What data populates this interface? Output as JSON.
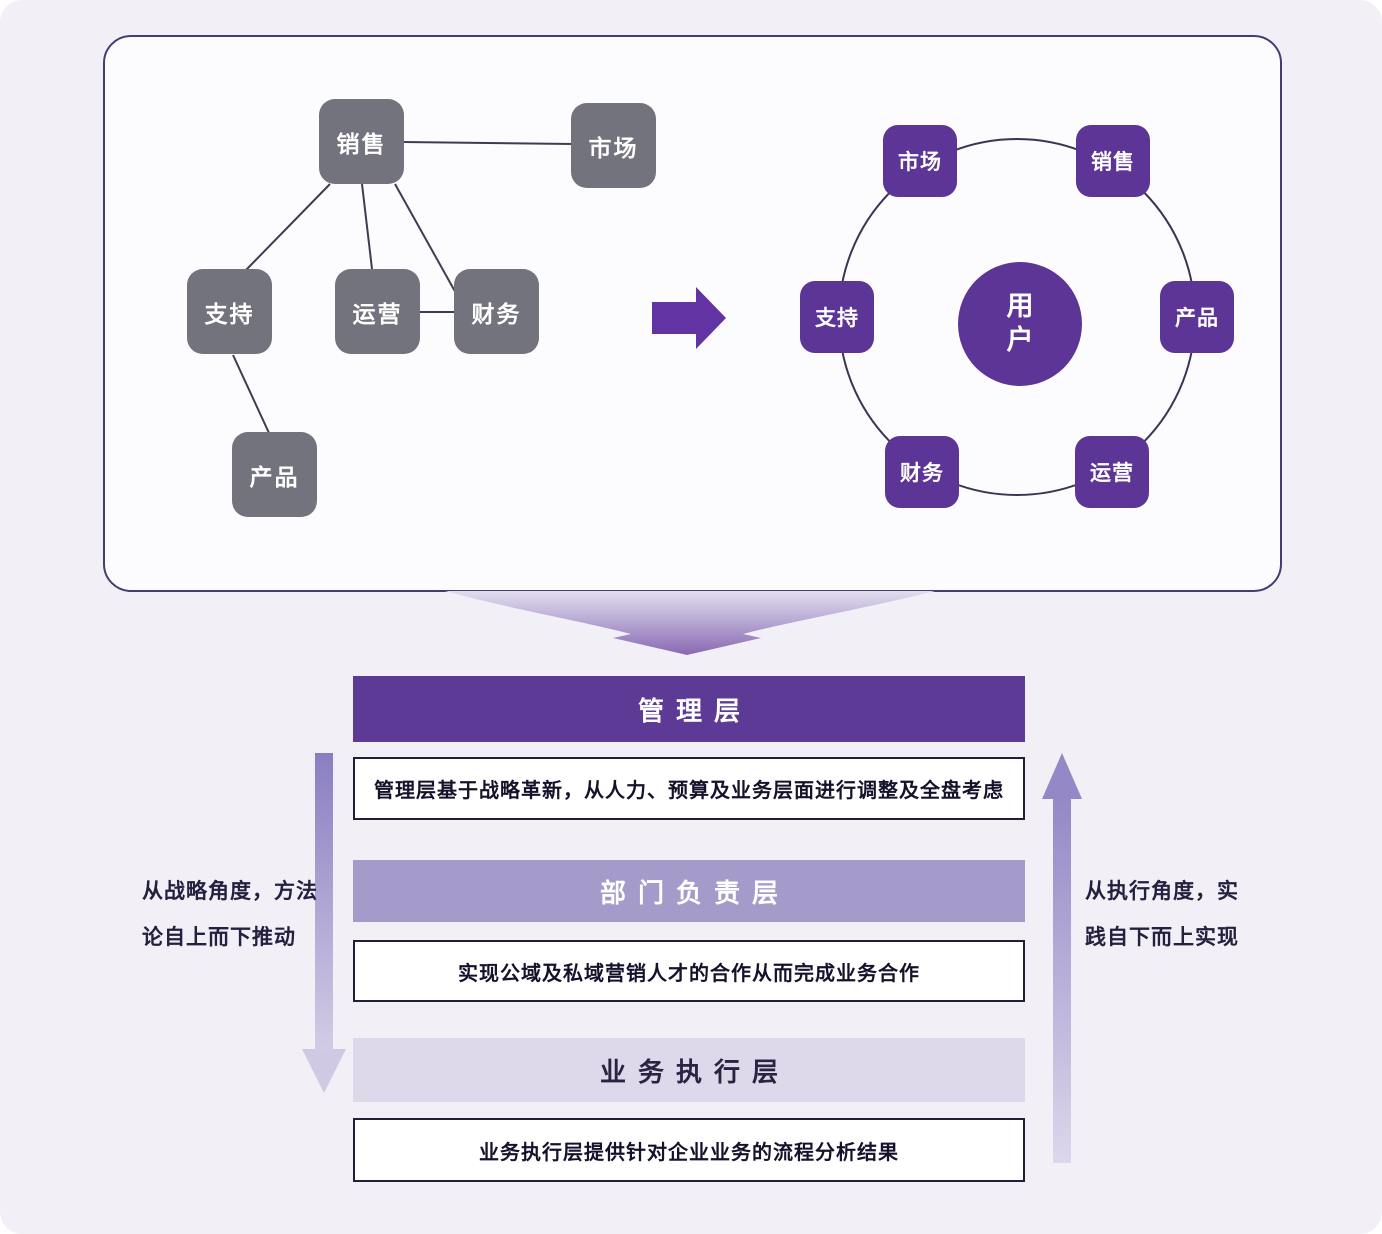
{
  "colors": {
    "background": "#f2f0f6",
    "card_border": "#453d72",
    "gray_node": "#73737d",
    "purple_node": "#5c3597",
    "transform_arrow": "#6233a3",
    "connector_line": "#3f3b52",
    "layer1_bg": "#5d3a96",
    "layer2_bg": "#a59bca",
    "layer3_bg": "#ded8eb",
    "funnel_top": "#e2ddee",
    "funnel_bottom": "#8b68b4",
    "side_arrow_dark": "#8a7ec1",
    "side_arrow_light": "#d9d4ea"
  },
  "old_org": {
    "nodes": [
      {
        "id": "sales",
        "label": "销售"
      },
      {
        "id": "market",
        "label": "市场"
      },
      {
        "id": "support",
        "label": "支持"
      },
      {
        "id": "operations",
        "label": "运营"
      },
      {
        "id": "finance",
        "label": "财务"
      },
      {
        "id": "product",
        "label": "产品"
      }
    ],
    "edges": [
      [
        "销售",
        "市场"
      ],
      [
        "销售",
        "支持"
      ],
      [
        "销售",
        "运营"
      ],
      [
        "销售",
        "财务"
      ],
      [
        "运营",
        "财务"
      ],
      [
        "支持",
        "产品"
      ]
    ]
  },
  "new_org": {
    "center_label": "用户",
    "nodes": [
      {
        "id": "market",
        "label": "市场"
      },
      {
        "id": "sales",
        "label": "销售"
      },
      {
        "id": "support",
        "label": "支持"
      },
      {
        "id": "product",
        "label": "产品"
      },
      {
        "id": "finance",
        "label": "财务"
      },
      {
        "id": "operations",
        "label": "运营"
      }
    ]
  },
  "layers": [
    {
      "title": "管理层",
      "description": "管理层基于战略革新，从人力、预算及业务层面进行调整及全盘考虑"
    },
    {
      "title": "部门负责层",
      "description": "实现公域及私域营销人才的合作从而完成业务合作"
    },
    {
      "title": "业务执行层",
      "description": "业务执行层提供针对企业业务的流程分析结果"
    }
  ],
  "side_notes": {
    "left": {
      "line1": "从战略角度，方法",
      "line2": "论自上而下推动"
    },
    "right": {
      "line1": "从执行角度，实",
      "line2": "践自下而上实现"
    }
  }
}
